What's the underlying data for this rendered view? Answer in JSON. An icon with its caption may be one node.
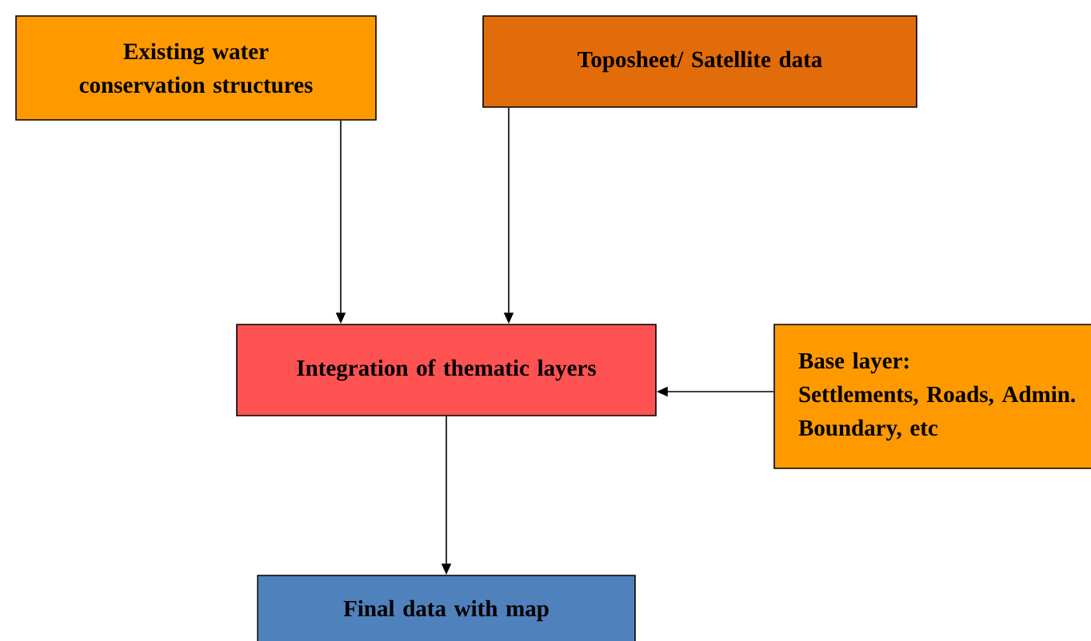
{
  "diagram": {
    "nodes": [
      {
        "text": [
          "Existing water conservation structures"
        ]
      },
      {
        "text": [
          "Toposheet/ Satellite data"
        ]
      },
      {
        "text": [
          "Integration of thematic layers"
        ]
      },
      {
        "text": [
          "Base layer:",
          "Settlements, Roads, Admin. Boundary, etc"
        ]
      },
      {
        "text": [
          "Final data with map"
        ]
      }
    ],
    "edges": [
      {
        "from": 0,
        "to": 2,
        "arrow": "to"
      },
      {
        "from": 1,
        "to": 2,
        "arrow": "to"
      },
      {
        "from": 3,
        "to": 2,
        "arrow": "to"
      },
      {
        "from": 2,
        "to": 4,
        "arrow": "to"
      }
    ]
  }
}
